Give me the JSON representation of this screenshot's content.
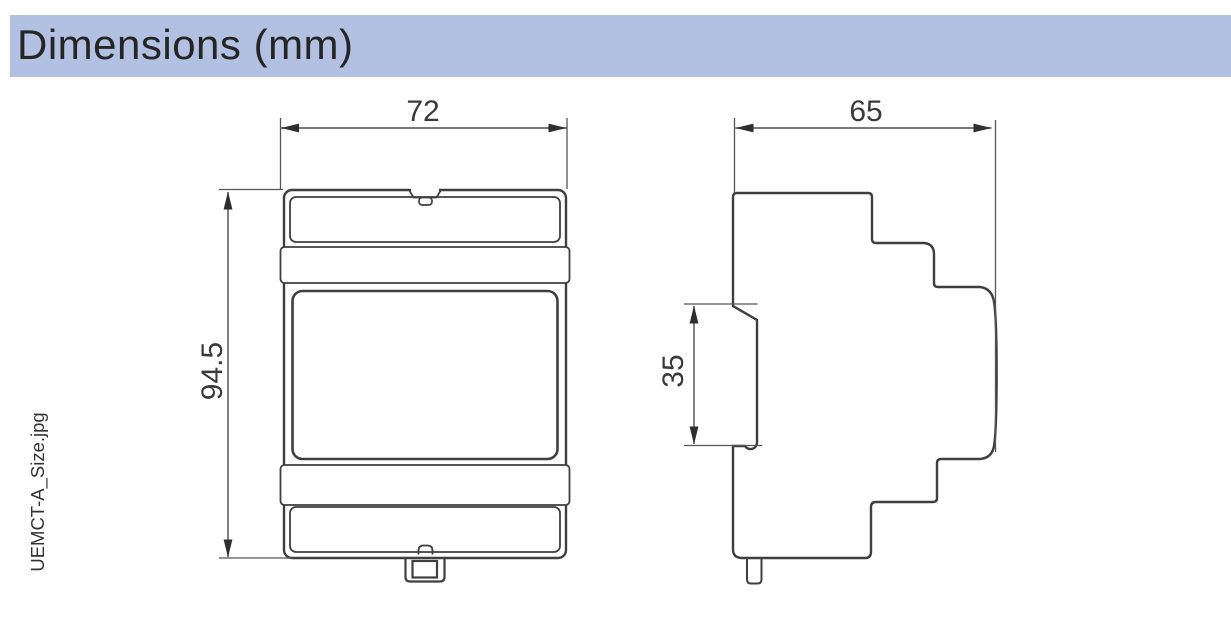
{
  "header": {
    "title": "Dimensions (mm)"
  },
  "watermark": "UEMCT-A_Size.jpg",
  "drawing": {
    "front_view": {
      "width_mm": "72",
      "height_mm": "94.5"
    },
    "side_view": {
      "depth_mm": "65",
      "rail_recess_mm": "35"
    }
  },
  "colors": {
    "header_bg": "#b2c1e1",
    "header_text": "#252525",
    "outline": "#3f3f3f",
    "dimension_lines": "#4d4d4d",
    "label_text": "#3a3a3a",
    "background": "#ffffff"
  }
}
